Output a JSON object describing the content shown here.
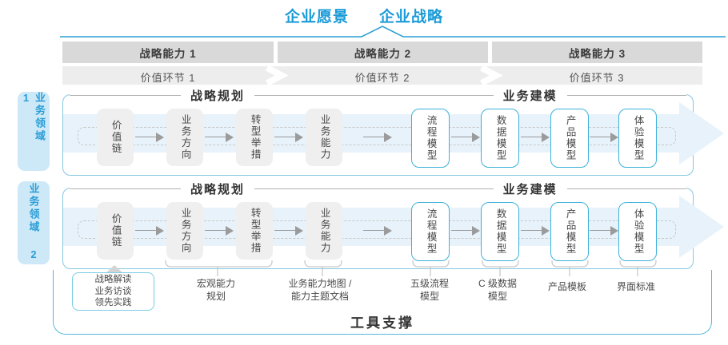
{
  "header": {
    "vision": "企业愿景",
    "strategy": "企业战略"
  },
  "capability_bands": [
    {
      "label": "战略能力 1"
    },
    {
      "label": "战略能力 2"
    },
    {
      "label": "战略能力 3"
    }
  ],
  "value_links": [
    {
      "label": "价值环节 1"
    },
    {
      "label": "价值环节 2"
    },
    {
      "label": "价值环节 3"
    }
  ],
  "domains": [
    {
      "label": "业务领域 1"
    },
    {
      "label": "业务领域 2"
    }
  ],
  "sections": {
    "planning": "战略规划",
    "modeling": "业务建模"
  },
  "planning_boxes": [
    {
      "label": "价值链"
    },
    {
      "label": "业务方向"
    },
    {
      "label": "转型举措"
    },
    {
      "label": "业务能力"
    }
  ],
  "modeling_boxes": [
    {
      "label": "流程模型"
    },
    {
      "label": "数据模型"
    },
    {
      "label": "产品模型"
    },
    {
      "label": "体验模型"
    }
  ],
  "callouts": {
    "inputs": {
      "line1": "战略解读",
      "line2": "业务访谈",
      "line3": "领先实践"
    },
    "macro": {
      "line1": "宏观能力",
      "line2": "规划"
    },
    "capability_map": {
      "line1": "业务能力地图 /",
      "line2": "能力主题文档"
    },
    "process": {
      "line1": "五级流程",
      "line2": "模型"
    },
    "data_model": {
      "line1": "C 级数据",
      "line2": "模型"
    },
    "product": {
      "line1": "产品模板"
    },
    "ui_standard": {
      "line1": "界面标准"
    }
  },
  "footer": {
    "tool_support": "工具支撑"
  },
  "colors": {
    "accent_blue": "#1a9bd7",
    "row_border": "#85c8e2",
    "band_fill": "#e7f2fa",
    "domain_bg": "#cde9f7",
    "capability_band": "#d9d9d9",
    "value_band": "#ededed",
    "box_gray": "#efefef",
    "model_box_border": "#3eb1da"
  }
}
